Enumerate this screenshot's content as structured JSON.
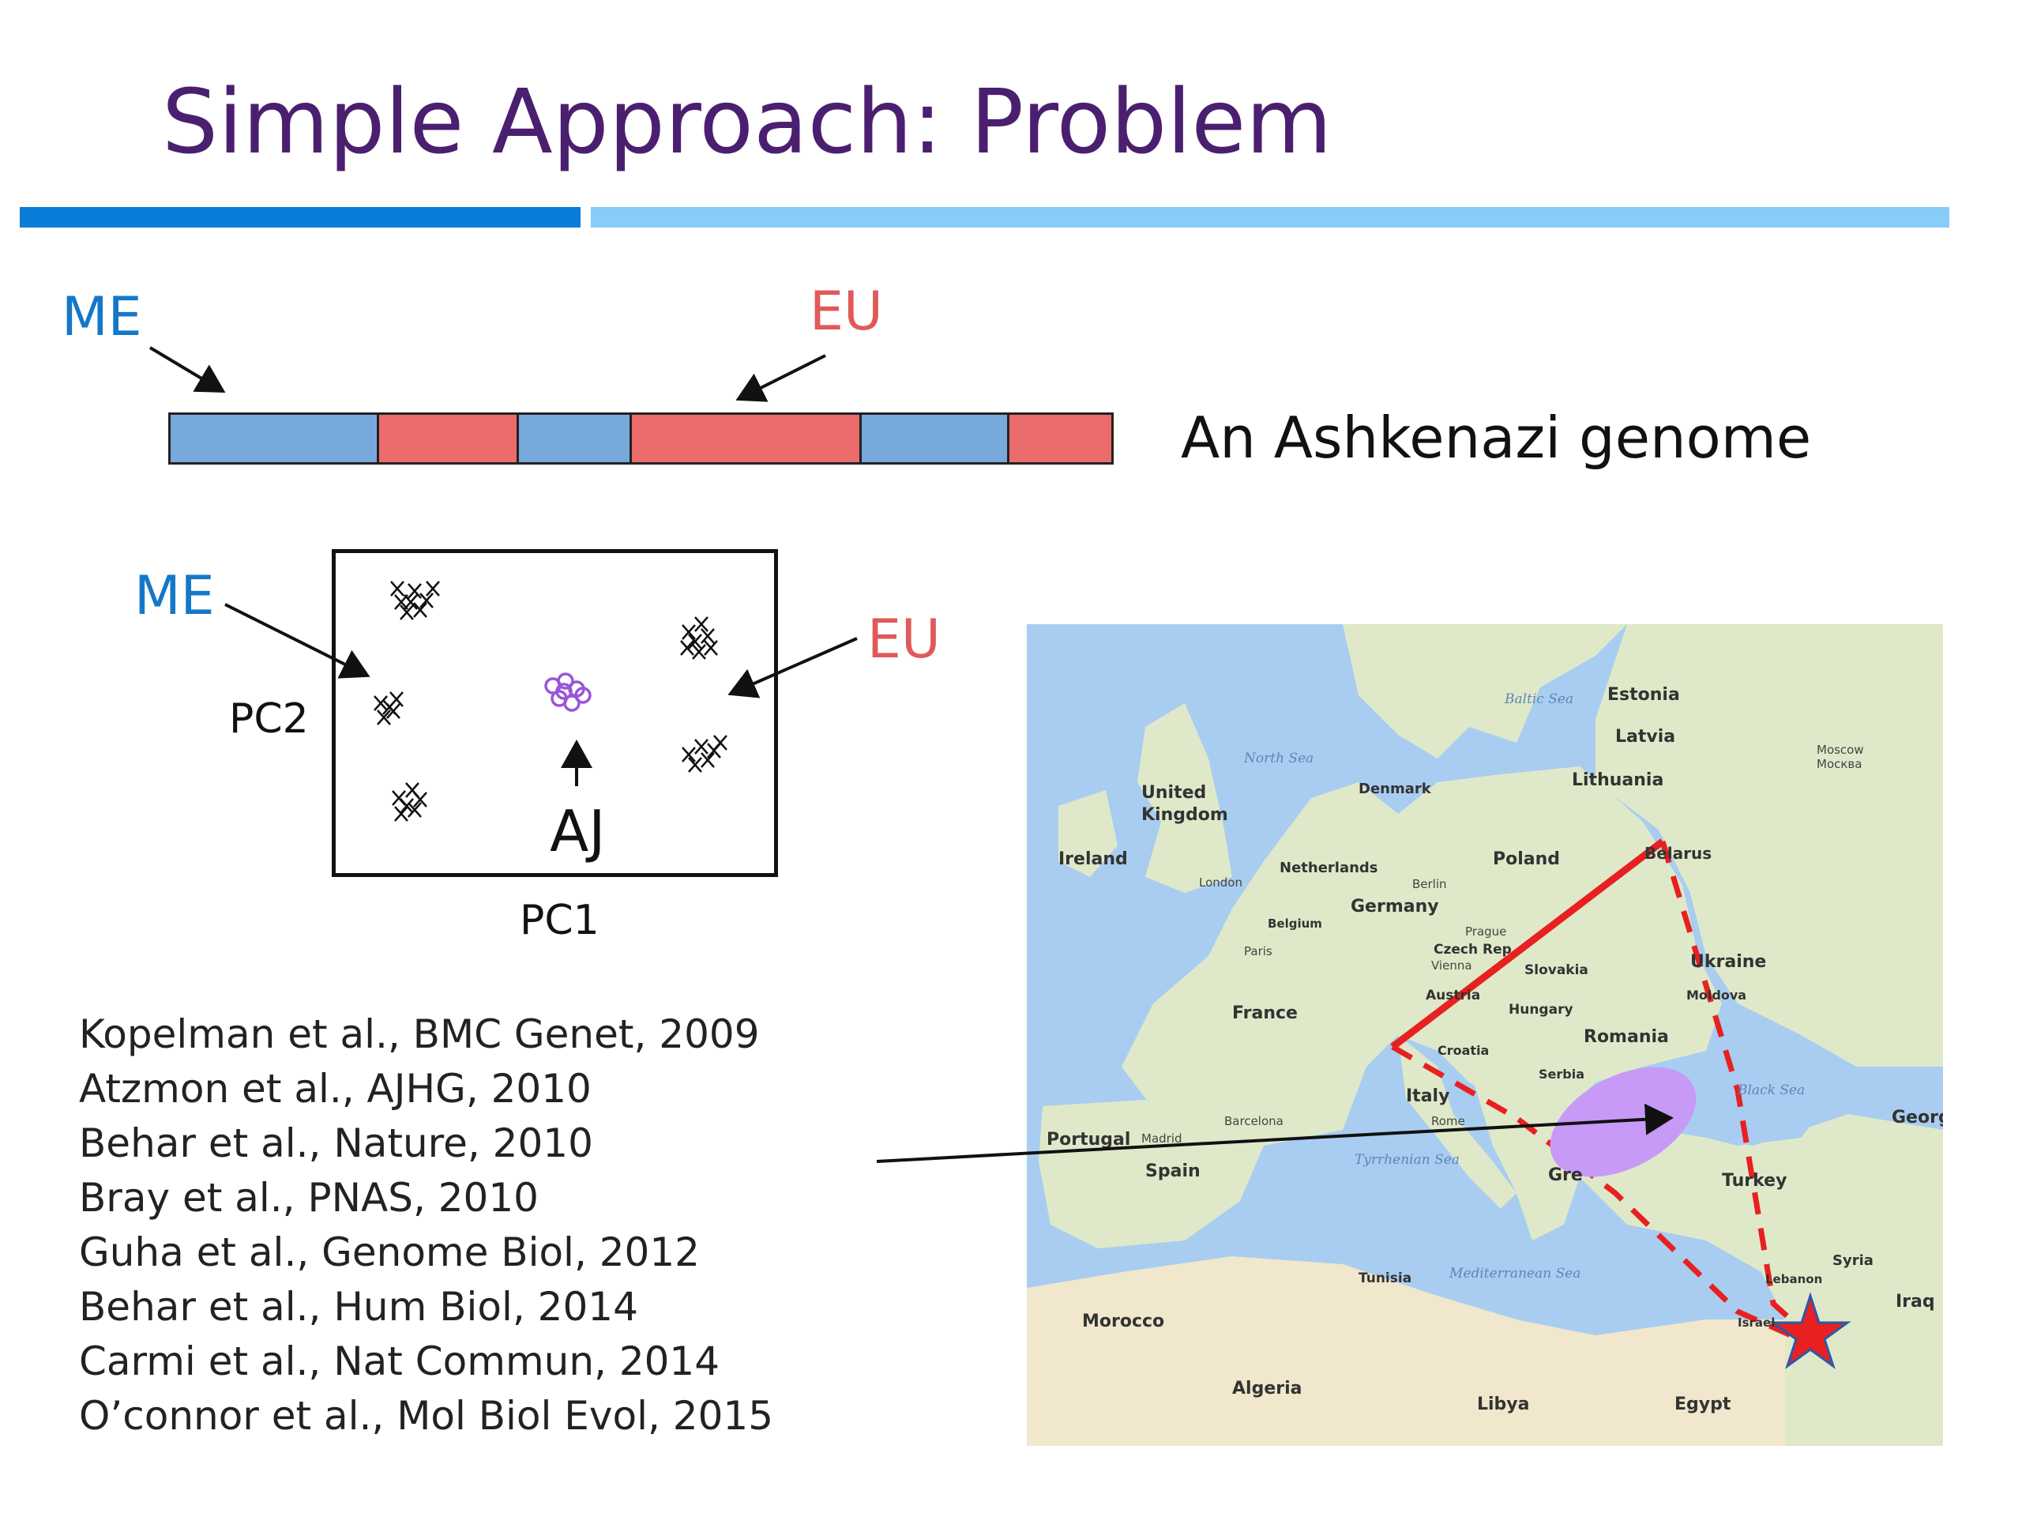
{
  "slide": {
    "title": "Simple Approach: Problem"
  },
  "genome": {
    "me_label": "ME",
    "eu_label": "EU",
    "caption": "An Ashkenazi genome",
    "segments": [
      {
        "ancestry": "ME",
        "fraction": 0.222
      },
      {
        "ancestry": "EU",
        "fraction": 0.148
      },
      {
        "ancestry": "ME",
        "fraction": 0.12
      },
      {
        "ancestry": "EU",
        "fraction": 0.245
      },
      {
        "ancestry": "ME",
        "fraction": 0.157
      },
      {
        "ancestry": "EU",
        "fraction": 0.108
      }
    ],
    "colors": {
      "ME": "#77a9dc",
      "EU": "#ec6b6b"
    }
  },
  "pca": {
    "me_label": "ME",
    "eu_label": "EU",
    "xlabel": "PC1",
    "ylabel": "PC2",
    "aj_label": "AJ"
  },
  "references": [
    "Kopelman et al., BMC Genet, 2009",
    "Atzmon et al., AJHG, 2010",
    "Behar et al., Nature, 2010",
    "Bray et al., PNAS, 2010",
    "Guha et al., Genome Biol, 2012",
    "Behar et al., Hum Biol, 2014",
    "Carmi et al., Nat Commun, 2014",
    "O’connor et al., Mol Biol Evol, 2015"
  ],
  "map": {
    "countries": {
      "estonia": "Estonia",
      "latvia": "Latvia",
      "lithuania": "Lithuania",
      "united_kingdom": "United\nKingdom",
      "ireland": "Ireland",
      "denmark": "Denmark",
      "netherlands": "Netherlands",
      "poland": "Poland",
      "belarus": "Belarus",
      "germany": "Germany",
      "belgium": "Belgium",
      "czech": "Czech Rep",
      "slovakia": "Slovakia",
      "austria": "Austria",
      "hungary": "Hungary",
      "ukraine": "Ukraine",
      "moldova": "Moldova",
      "romania": "Romania",
      "france": "France",
      "croatia": "Croatia",
      "serbia": "Serbia",
      "italy": "Italy",
      "portugal": "Portugal",
      "spain": "Spain",
      "greece": "Gre",
      "turkey": "Turkey",
      "georgia": "Georgi",
      "syria": "Syria",
      "lebanon": "Lebanon",
      "israel": "Israel",
      "iraq": "Iraq",
      "tunisia": "Tunisia",
      "morocco": "Morocco",
      "algeria": "Algeria",
      "libya": "Libya",
      "egypt": "Egypt"
    },
    "seas": {
      "baltic": "Baltic Sea",
      "north": "North Sea",
      "black": "Black Sea",
      "tyrrhenian": "Tyrrhenian Sea",
      "mediterranean": "Mediterranean Sea"
    },
    "cities": {
      "moscow": "Moscow\nМосква",
      "london": "London",
      "berlin": "Berlin",
      "paris": "Paris",
      "prague": "Prague",
      "vienna": "Vienna",
      "barcelona": "Barcelona",
      "rome": "Rome",
      "madrid": "Madrid"
    },
    "colors": {
      "sea": "#a8cdf0",
      "land": "#dfe9c9",
      "desert": "#f0e7cc",
      "route": "#e82020",
      "origin_region": "#c79af7",
      "star": "#e82020"
    }
  }
}
